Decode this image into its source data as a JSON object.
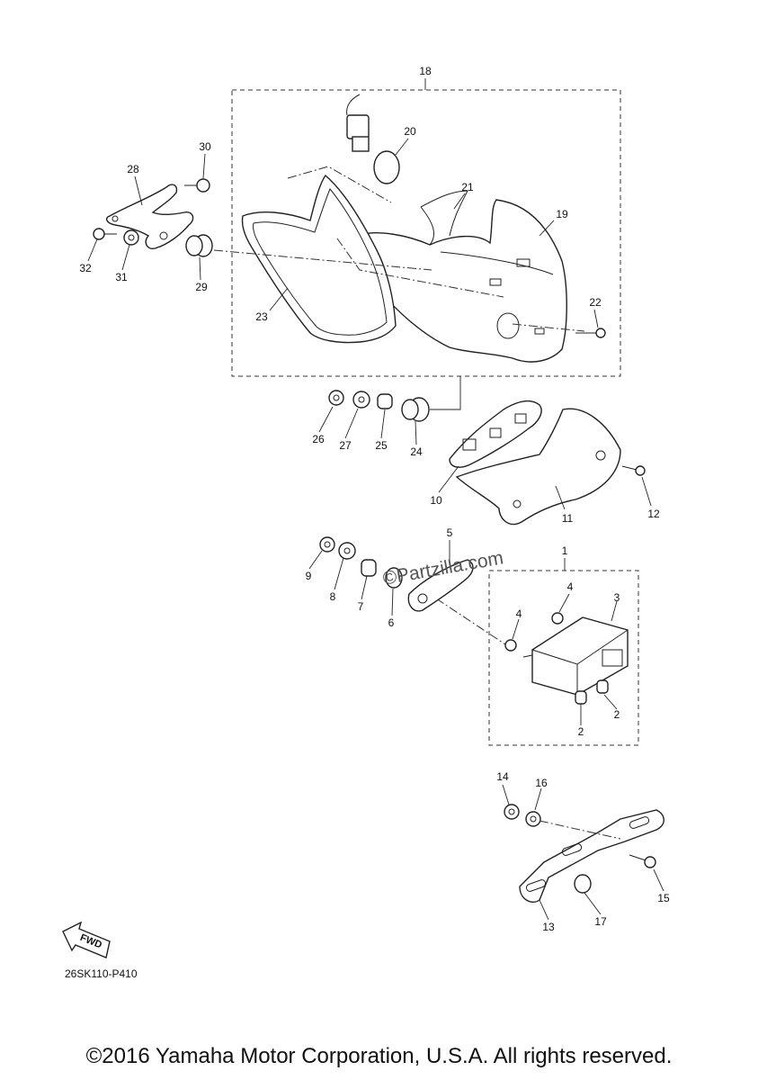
{
  "diagram_code": "26SK110-P410",
  "fwd_label": "FWD",
  "watermark": "©Partzilla.com",
  "copyright": "©2016 Yamaha Motor Corporation, U.S.A. All rights reserved.",
  "callouts": [
    "1",
    "2",
    "2",
    "3",
    "4",
    "4",
    "5",
    "6",
    "7",
    "8",
    "9",
    "10",
    "11",
    "12",
    "13",
    "14",
    "15",
    "16",
    "17",
    "18",
    "19",
    "20",
    "21",
    "22",
    "23",
    "24",
    "25",
    "26",
    "27",
    "28",
    "29",
    "30",
    "31",
    "32"
  ]
}
